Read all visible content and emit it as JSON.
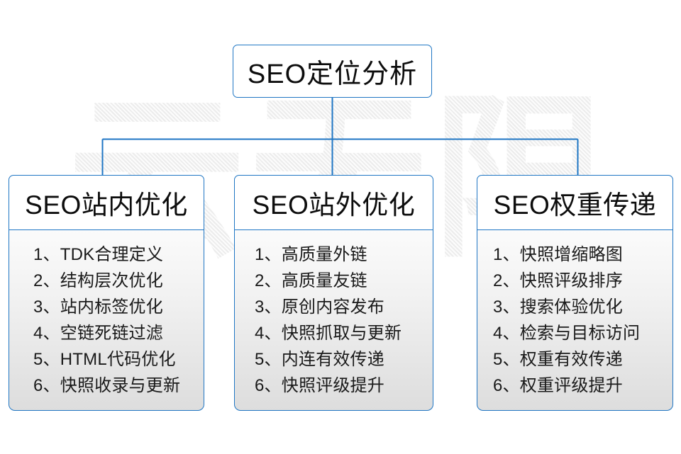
{
  "diagram": {
    "root": {
      "label": "SEO定位分析"
    },
    "branches": [
      {
        "title": "SEO站内优化",
        "items": [
          "1、TDK合理定义",
          "2、结构层次优化",
          "3、站内标签优化",
          "4、空链死链过滤",
          "5、HTML代码优化",
          "6、快照收录与更新"
        ]
      },
      {
        "title": "SEO站外优化",
        "items": [
          "1、高质量外链",
          "2、高质量友链",
          "3、原创内容发布",
          "4、快照抓取与更新",
          "5、内连有效传递",
          "6、快照评级提升"
        ]
      },
      {
        "title": "SEO权重传递",
        "items": [
          "1、快照增缩略图",
          "2、快照评级排序",
          "3、搜索体验优化",
          "4、检索与目标访问",
          "5、权重有效传递",
          "6、权重评级提升"
        ]
      }
    ],
    "watermark": {
      "text": "云无限"
    },
    "colors": {
      "border": "#1f76c4",
      "connector": "#1f76c4",
      "header_bg": "#ffffff",
      "body_bg": "#e8e8e8",
      "text": "#0d0d0d",
      "watermark": "#ececec",
      "page_bg": "#ffffff"
    }
  }
}
